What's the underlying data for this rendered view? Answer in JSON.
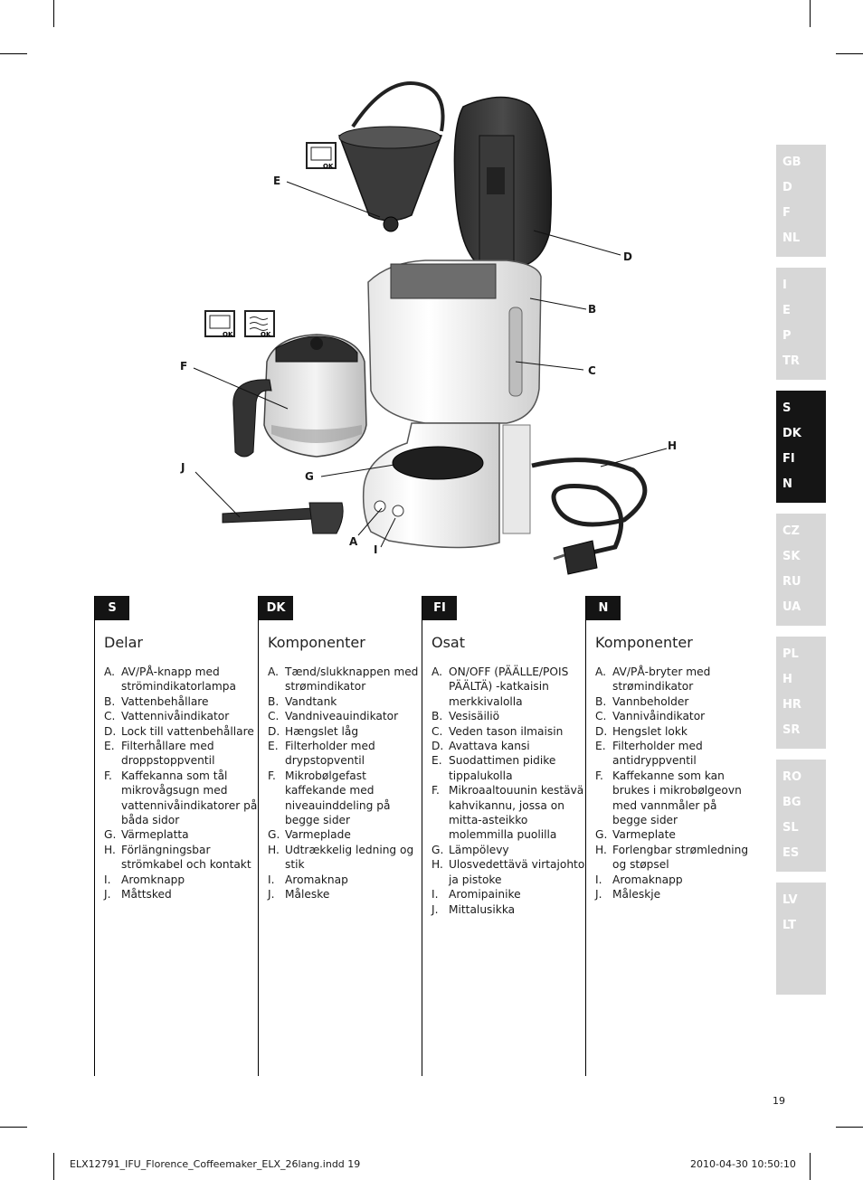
{
  "figure": {
    "callouts": [
      "A",
      "B",
      "C",
      "D",
      "E",
      "F",
      "G",
      "H",
      "I",
      "J"
    ],
    "icon_ok_label": "OK"
  },
  "language_tabs": [
    {
      "codes": [
        "GB",
        "D",
        "F",
        "NL"
      ],
      "active": false
    },
    {
      "codes": [
        "I",
        "E",
        "P",
        "TR"
      ],
      "active": false
    },
    {
      "codes": [
        "S",
        "DK",
        "FI",
        "N"
      ],
      "active": true
    },
    {
      "codes": [
        "CZ",
        "SK",
        "RU",
        "UA"
      ],
      "active": false
    },
    {
      "codes": [
        "PL",
        "H",
        "HR",
        "SR"
      ],
      "active": false
    },
    {
      "codes": [
        "RO",
        "BG",
        "SL",
        "ES"
      ],
      "active": false
    },
    {
      "codes": [
        "LV",
        "LT"
      ],
      "active": false
    }
  ],
  "columns": [
    {
      "tag": "S",
      "title": "Delar",
      "items": [
        {
          "letter": "A.",
          "text": "AV/PÅ-knapp med strömindikatorlampa"
        },
        {
          "letter": "B.",
          "text": "Vattenbehållare"
        },
        {
          "letter": "C.",
          "text": "Vattennivåindikator"
        },
        {
          "letter": "D.",
          "text": "Lock till vattenbehållare"
        },
        {
          "letter": "E.",
          "text": "Filterhållare med droppstoppventil"
        },
        {
          "letter": "F.",
          "text": "Kaffekanna som tål mikrovågsugn med vattennivåindikatorer på båda sidor"
        },
        {
          "letter": "G.",
          "text": "Värmeplatta"
        },
        {
          "letter": "H.",
          "text": "Förlängningsbar strömkabel och kontakt"
        },
        {
          "letter": "I.",
          "text": "Aromknapp"
        },
        {
          "letter": "J.",
          "text": "Måttsked"
        }
      ]
    },
    {
      "tag": "DK",
      "title": "Komponenter",
      "items": [
        {
          "letter": "A.",
          "text": "Tænd/slukknappen med strømindikator"
        },
        {
          "letter": "B.",
          "text": "Vandtank"
        },
        {
          "letter": "C.",
          "text": "Vandniveauindikator"
        },
        {
          "letter": "D.",
          "text": "Hængslet låg"
        },
        {
          "letter": "E.",
          "text": "Filterholder med drypstopventil"
        },
        {
          "letter": "F.",
          "text": "Mikrobølgefast kaffekande med niveauinddeling på begge sider"
        },
        {
          "letter": "G.",
          "text": "Varmeplade"
        },
        {
          "letter": "H.",
          "text": "Udtrækkelig ledning og stik"
        },
        {
          "letter": "I.",
          "text": "Aromaknap"
        },
        {
          "letter": "J.",
          "text": "Måleske"
        }
      ]
    },
    {
      "tag": "FI",
      "title": "Osat",
      "items": [
        {
          "letter": "A.",
          "text": "ON/OFF (PÄÄLLE/POIS PÄÄLTÄ) -katkaisin merkkivalolla"
        },
        {
          "letter": "B.",
          "text": "Vesisäiliö"
        },
        {
          "letter": "C.",
          "text": "Veden tason ilmaisin"
        },
        {
          "letter": "D.",
          "text": "Avattava kansi"
        },
        {
          "letter": "E.",
          "text": "Suodattimen pidike tippalukolla"
        },
        {
          "letter": "F.",
          "text": "Mikroaaltouunin kestävä kahvikannu, jossa on mitta-asteikko molemmilla puolilla"
        },
        {
          "letter": "G.",
          "text": "Lämpölevy"
        },
        {
          "letter": "H.",
          "text": "Ulosvedettävä virtajohto ja pistoke"
        },
        {
          "letter": "I.",
          "text": "Aromipainike"
        },
        {
          "letter": "J.",
          "text": "Mittalusikka"
        }
      ]
    },
    {
      "tag": "N",
      "title": "Komponenter",
      "items": [
        {
          "letter": "A.",
          "text": "AV/PÅ-bryter med strømindikator"
        },
        {
          "letter": "B.",
          "text": "Vannbeholder"
        },
        {
          "letter": "C.",
          "text": "Vannivåindikator"
        },
        {
          "letter": "D.",
          "text": "Hengslet lokk"
        },
        {
          "letter": "E.",
          "text": "Filterholder med antidryppventil"
        },
        {
          "letter": "F.",
          "text": "Kaffekanne som kan brukes i mikrobølgeovn med vannmåler på begge sider"
        },
        {
          "letter": "G.",
          "text": "Varmeplate"
        },
        {
          "letter": "H.",
          "text": "Forlengbar strømledning og støpsel"
        },
        {
          "letter": "I.",
          "text": "Aromaknapp"
        },
        {
          "letter": "J.",
          "text": "Måleskje"
        }
      ]
    }
  ],
  "page_number": "19",
  "footer": {
    "left": "ELX12791_IFU_Florence_Coffeemaker_ELX_26lang.indd   19",
    "right": "2010-04-30   10:50:10"
  }
}
